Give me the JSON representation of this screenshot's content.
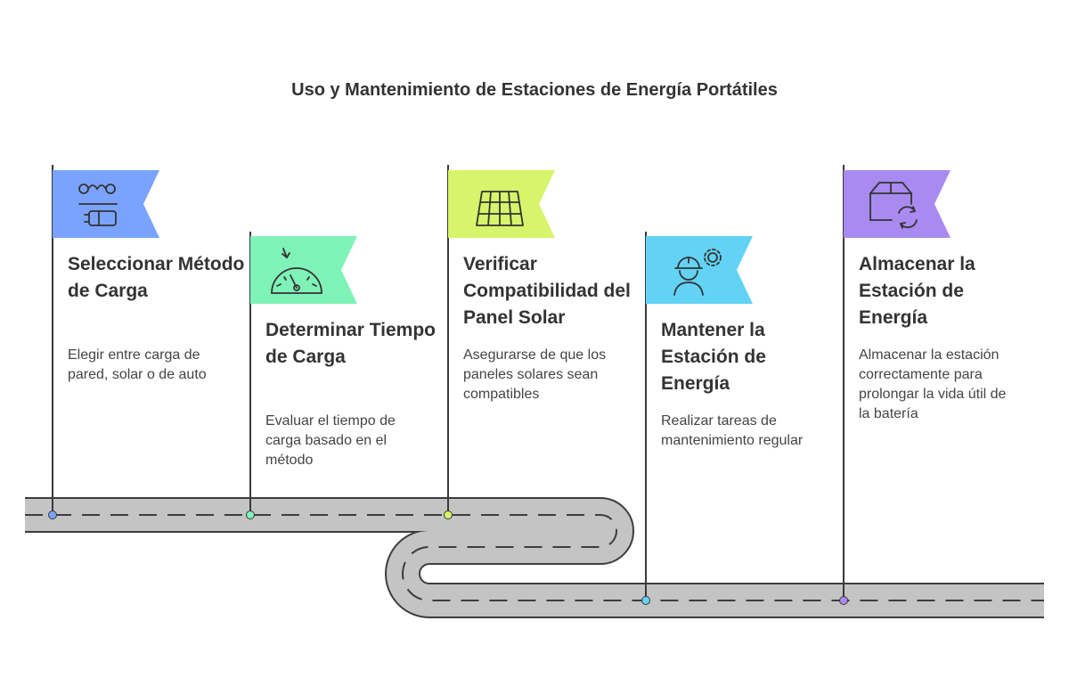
{
  "title": "Uso y Mantenimiento de Estaciones de Energía Portátiles",
  "steps": [
    {
      "title": "Seleccionar Método de Carga",
      "description": "Elegir entre carga de pared, solar o de auto",
      "icon": "charging-method-icon",
      "color": "#7aa3ff"
    },
    {
      "title": "Determinar Tiempo de Carga",
      "description": "Evaluar el tiempo de carga basado en el método",
      "icon": "gauge-icon",
      "color": "#7ff2b8"
    },
    {
      "title": "Verificar Compatibilidad del Panel Solar",
      "description": "Asegurarse de que los paneles solares sean compatibles",
      "icon": "solar-panel-icon",
      "color": "#d6f56a"
    },
    {
      "title": "Mantener la Estación de Energía",
      "description": "Realizar tareas de mantenimiento regular",
      "icon": "maintenance-worker-icon",
      "color": "#63d3f5"
    },
    {
      "title": "Almacenar la Estación de Energía",
      "description": "Almacenar la estación correctamente para prolongar la vida útil de la batería",
      "icon": "storage-recycle-icon",
      "color": "#a98af0"
    }
  ]
}
